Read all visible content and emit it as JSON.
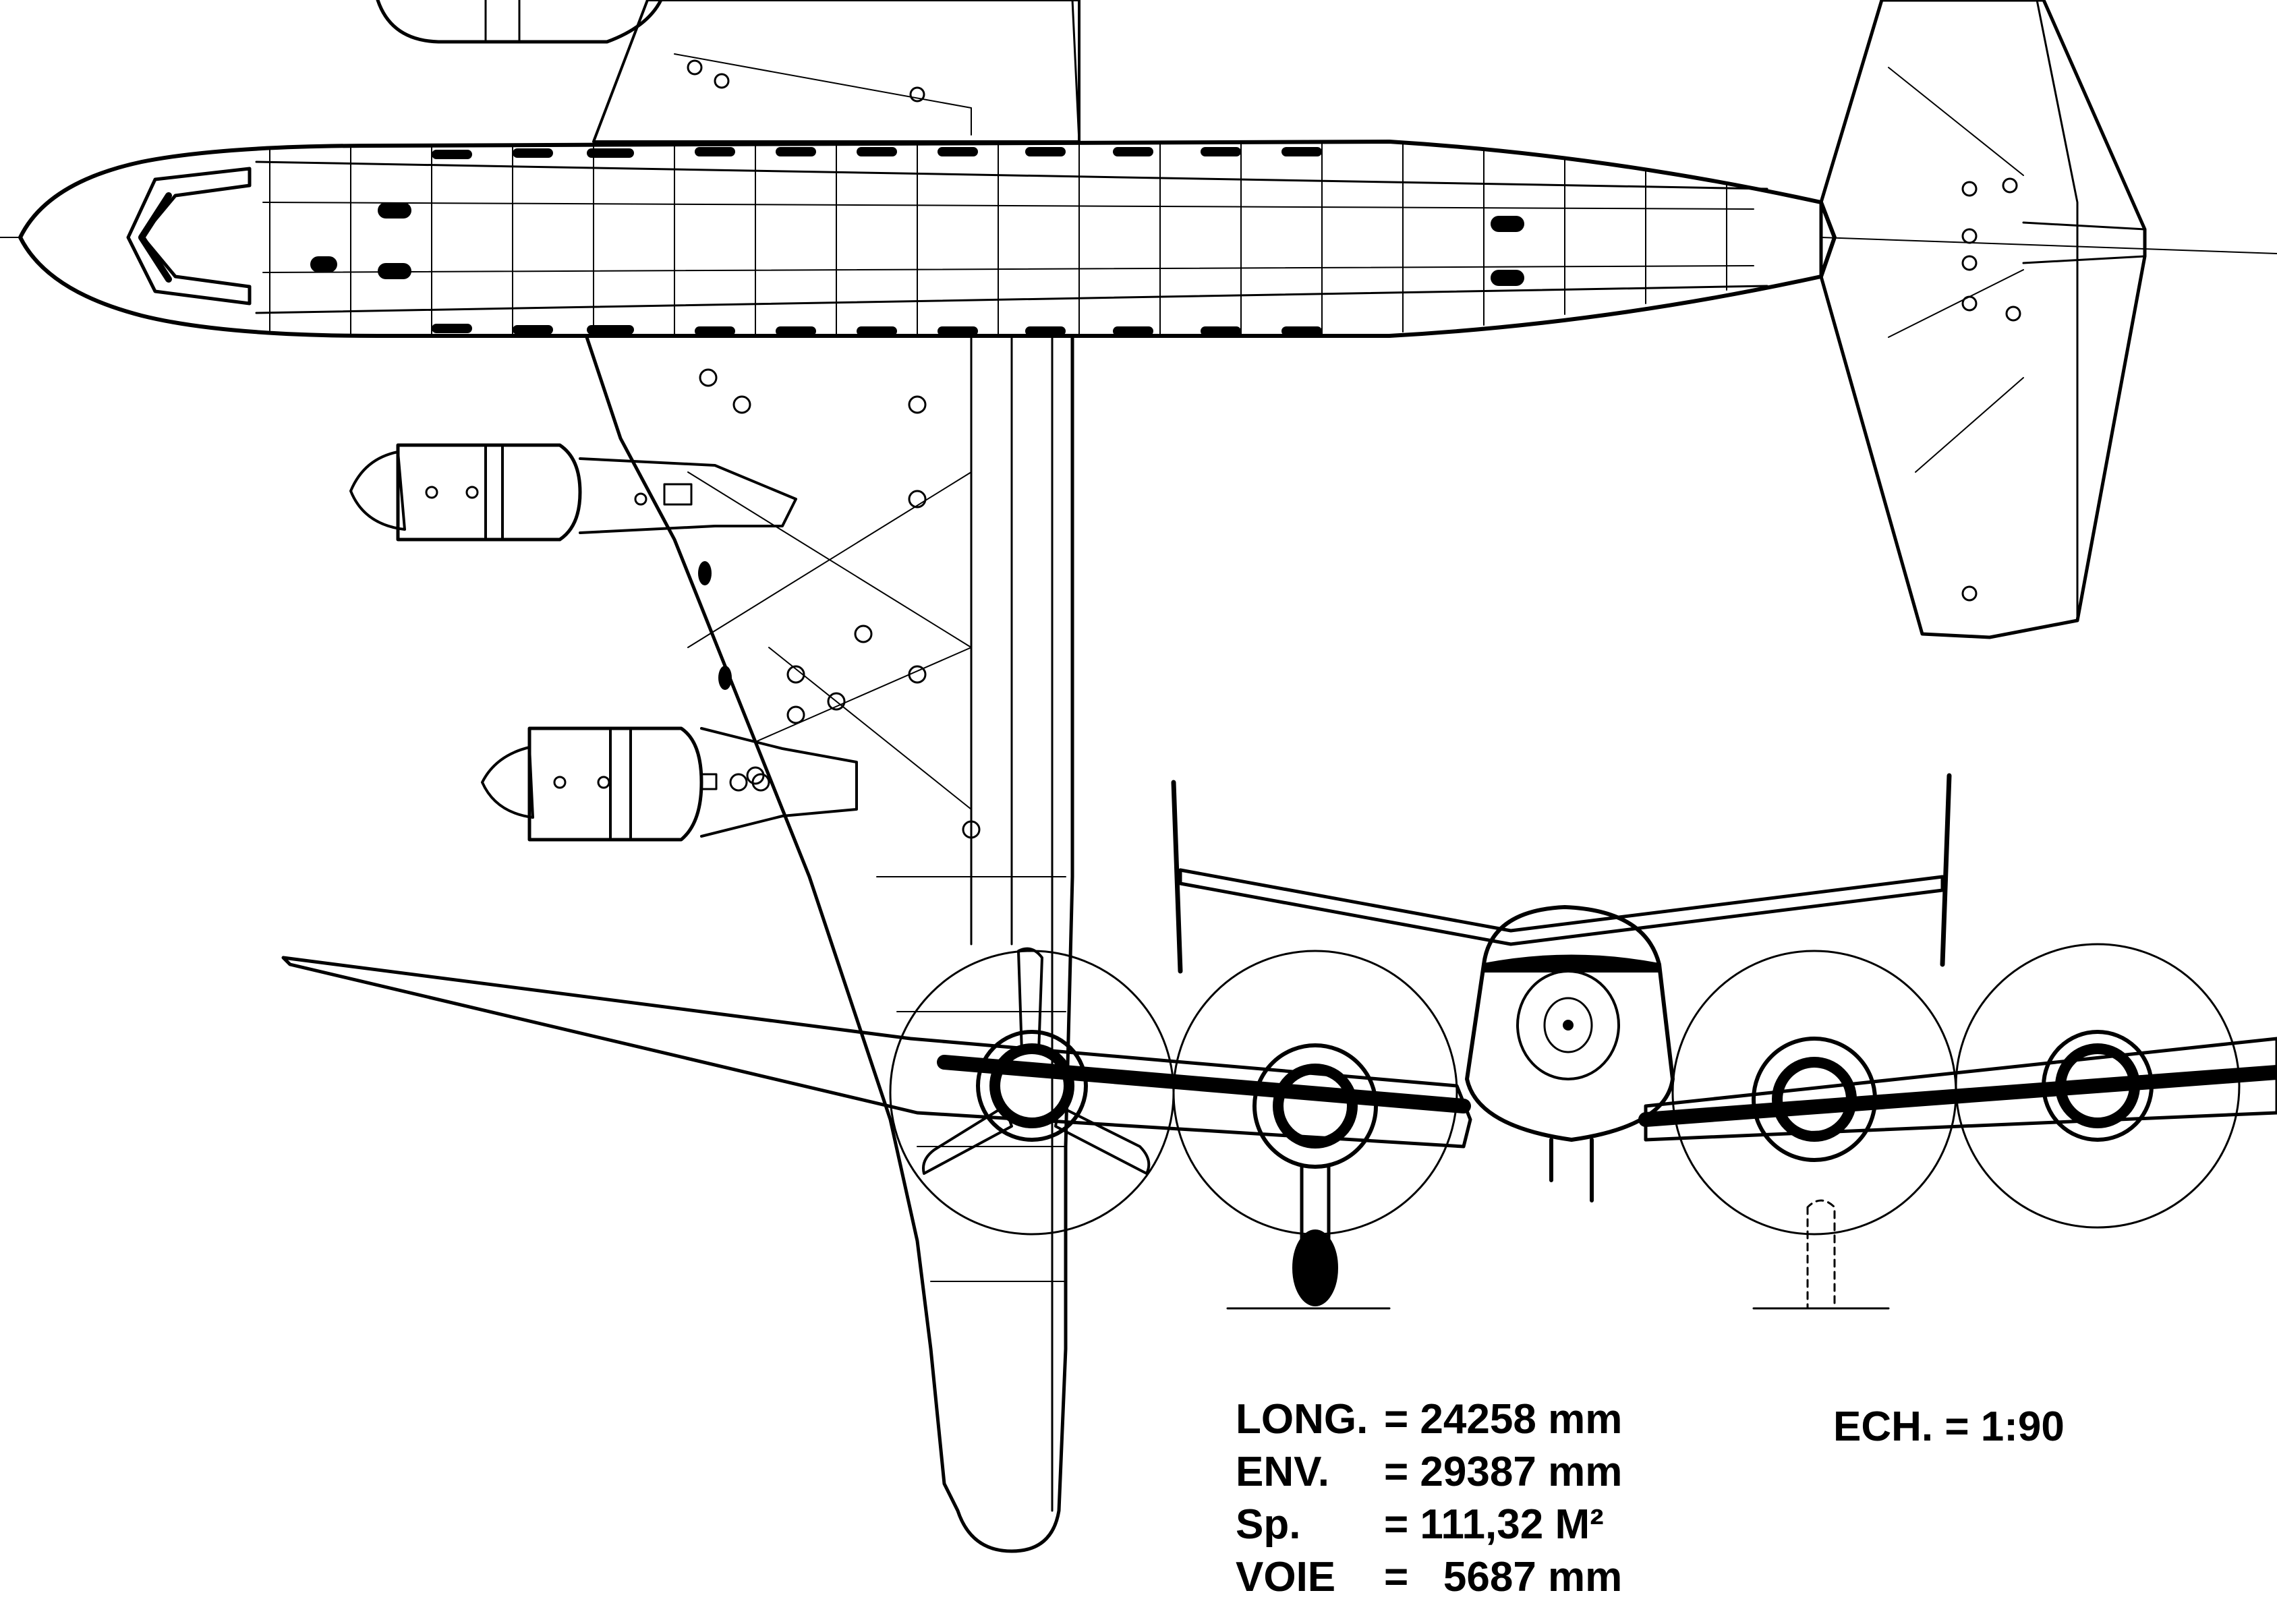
{
  "specs": [
    {
      "label": "LONG.",
      "value": "= 24258 mm"
    },
    {
      "label": "ENV.",
      "value": "= 29387 mm"
    },
    {
      "label": "Sp.",
      "value": "= 111,32 M²"
    },
    {
      "label": "VOIE",
      "value": "=   5687 mm"
    }
  ],
  "scale": "ECH. = 1:90",
  "colors": {
    "line": "#000000",
    "paper": "#ffffff"
  }
}
